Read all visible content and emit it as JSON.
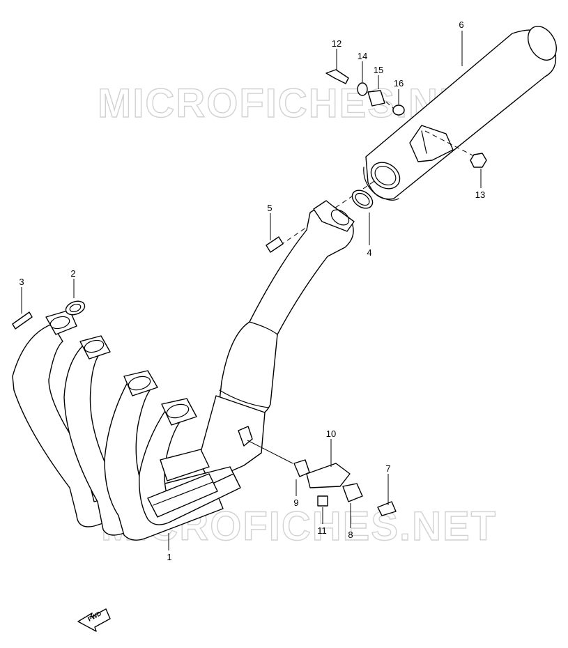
{
  "watermarks": [
    "MICROFICHES.NET",
    "MICROFICHES.NET"
  ],
  "direction_arrow": {
    "label": "FWD",
    "icon": "forward-arrow-icon"
  },
  "callouts": [
    {
      "id": "c1",
      "label": "1"
    },
    {
      "id": "c2",
      "label": "2"
    },
    {
      "id": "c3",
      "label": "3"
    },
    {
      "id": "c4",
      "label": "4"
    },
    {
      "id": "c5",
      "label": "5"
    },
    {
      "id": "c6",
      "label": "6"
    },
    {
      "id": "c7",
      "label": "7"
    },
    {
      "id": "c8",
      "label": "8"
    },
    {
      "id": "c9",
      "label": "9"
    },
    {
      "id": "c10",
      "label": "10"
    },
    {
      "id": "c11",
      "label": "11"
    },
    {
      "id": "c12",
      "label": "12"
    },
    {
      "id": "c13",
      "label": "13"
    },
    {
      "id": "c14",
      "label": "14"
    },
    {
      "id": "c15",
      "label": "15"
    },
    {
      "id": "c16",
      "label": "16"
    }
  ]
}
